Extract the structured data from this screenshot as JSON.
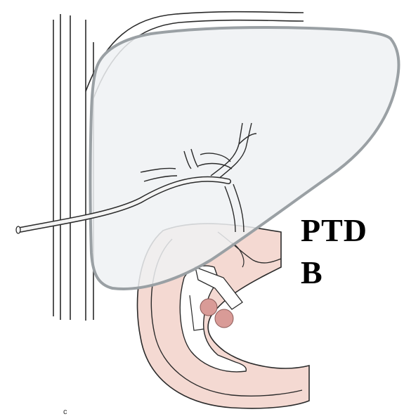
{
  "label": {
    "line1": "PTD",
    "line2": "B"
  },
  "panel_letter": "c",
  "colors": {
    "liver_fill": "#eef1f3",
    "liver_outline": "#9aa0a4",
    "line_ink": "#2a2a2a",
    "tissue_pink": "#f4d9d2",
    "stone_fill": "#d99b97",
    "label_text": "#000000"
  },
  "icons": {
    "liver": "liver-shape",
    "catheter": "drainage-catheter",
    "stones": "gallstones"
  }
}
